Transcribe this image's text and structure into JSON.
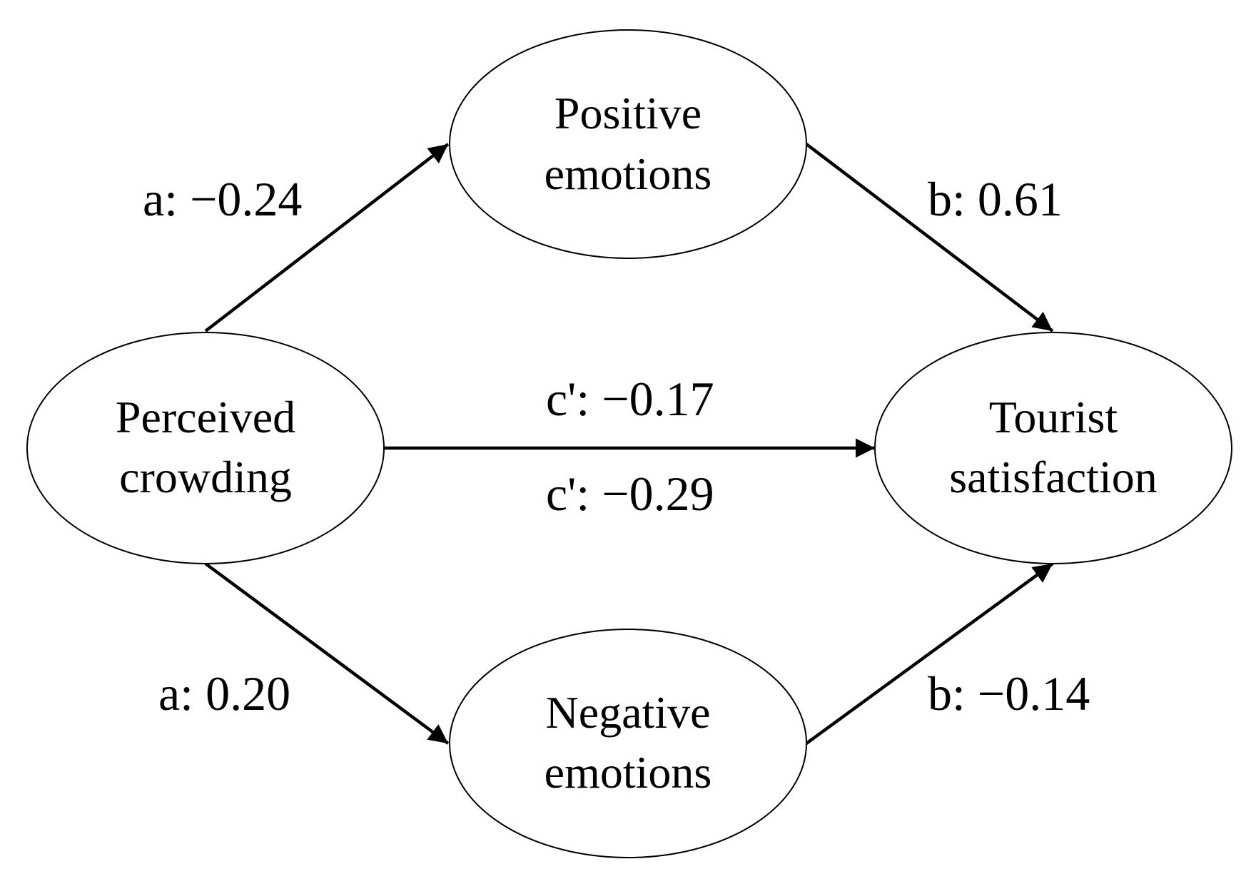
{
  "nodes": {
    "positive": {
      "line1": "Positive",
      "line2": "emotions"
    },
    "negative": {
      "line1": "Negative",
      "line2": "emotions"
    },
    "crowding": {
      "line1": "Perceived",
      "line2": "crowding"
    },
    "satisfaction": {
      "line1": "Tourist",
      "line2": "satisfaction"
    }
  },
  "paths": {
    "a_positive": "a: −0.24",
    "b_positive": "b: 0.61",
    "c_prime_1": "c': −0.17",
    "c_prime_2": "c': −0.29",
    "a_negative": "a: 0.20",
    "b_negative": "b: −0.14"
  },
  "colors": {
    "stroke": "#000000",
    "background": "#ffffff"
  }
}
